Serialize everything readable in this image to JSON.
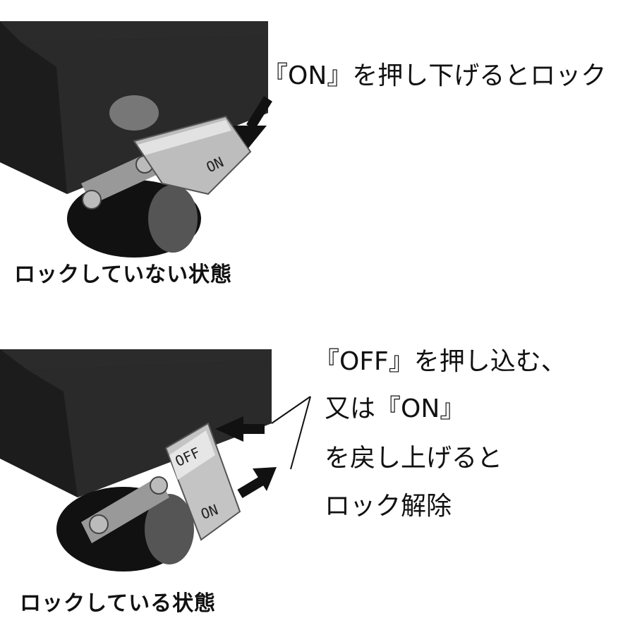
{
  "top": {
    "instruction": "『ON』を押し下げるとロック",
    "caption": "ロックしていない状態",
    "pedal_label": "ON"
  },
  "bottom": {
    "instruction_lines": [
      "『OFF』を押し込む、",
      "又は『ON』",
      "を戻し上げると",
      "ロック解除"
    ],
    "caption": "ロックしている状態",
    "pedal_label_off": "OFF",
    "pedal_label_on": "ON"
  },
  "icons": [
    "down-arrow-icon",
    "left-arrow-icon",
    "right-arrow-icon"
  ]
}
